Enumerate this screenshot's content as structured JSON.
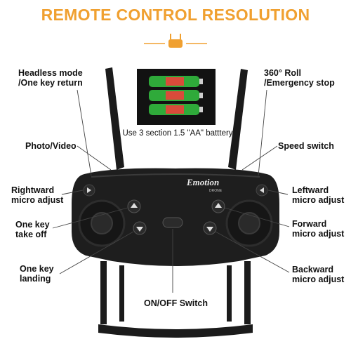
{
  "title": "REMOTE CONTROL RESOLUTION",
  "accent_color": "#f0a030",
  "battery_caption": "Use 3 section 1.5 \"AA\" batttery",
  "brand": {
    "name": "Emotion",
    "sub": "DRONE"
  },
  "labels": {
    "headless_1": "Headless mode",
    "headless_2": "/One key return",
    "roll_1": "360° Roll",
    "roll_2": "/Emergency stop",
    "photo": "Photo/Video",
    "speed": "Speed switch",
    "rightward_1": "Rightward",
    "rightward_2": "micro adjust",
    "leftward_1": "Leftward",
    "leftward_2": "micro adjust",
    "takeoff_1": "One key",
    "takeoff_2": "take off",
    "forward_1": "Forward",
    "forward_2": "micro adjust",
    "landing_1": "One key",
    "landing_2": "landing",
    "backward_1": "Backward",
    "backward_2": "micro adjust",
    "onoff": "ON/OFF Switch"
  },
  "icons": [
    "remote-controller-icon",
    "battery-icon",
    "arrow-up-icon",
    "arrow-down-icon",
    "arrow-left-icon",
    "arrow-right-icon"
  ]
}
